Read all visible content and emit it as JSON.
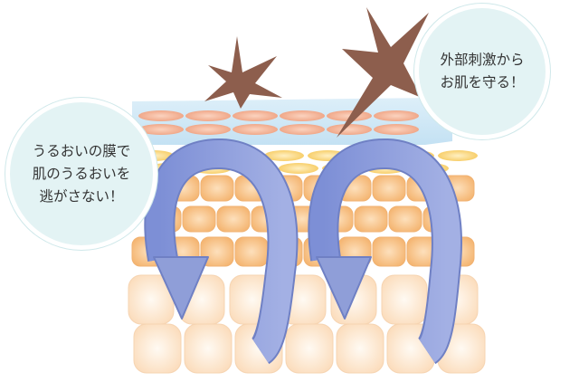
{
  "callouts": {
    "moisture": {
      "lines": [
        "うるおいの膜で",
        "肌のうるおいを",
        "逃がさない！"
      ]
    },
    "protection": {
      "lines": [
        "外部刺激から",
        "お肌を守る！"
      ]
    }
  },
  "colors": {
    "bubble_fill": "#e3f3f4",
    "membrane": "#c6e2f3",
    "stimulus_star": "#8d5e4d",
    "arrow": "#8f9ed8",
    "arrow_outline": "#6f80c4",
    "orange_cell": "#f7c586",
    "salmon_cell": "#f3b496",
    "yellow_cell": "#f9d57a",
    "pale_cell": "#fde7cf"
  },
  "icons": [
    "star-burst-icon",
    "circular-arrow-icon"
  ]
}
